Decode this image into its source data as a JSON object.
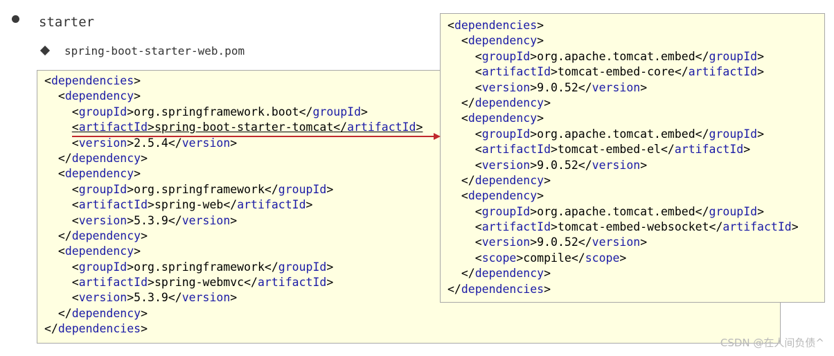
{
  "heading": "starter",
  "subheading": "spring-boot-starter-web.pom",
  "left_code": [
    {
      "indent": 0,
      "tag": "dependencies",
      "close": false
    },
    {
      "indent": 1,
      "tag": "dependency",
      "close": false
    },
    {
      "indent": 2,
      "tag": "groupId",
      "value": "org.springframework.boot"
    },
    {
      "indent": 2,
      "tag": "artifactId",
      "value": "spring-boot-starter-tomcat",
      "highlight": true
    },
    {
      "indent": 2,
      "tag": "version",
      "value": "2.5.4"
    },
    {
      "indent": 1,
      "tag": "dependency",
      "close": true
    },
    {
      "indent": 1,
      "tag": "dependency",
      "close": false
    },
    {
      "indent": 2,
      "tag": "groupId",
      "value": "org.springframework"
    },
    {
      "indent": 2,
      "tag": "artifactId",
      "value": "spring-web"
    },
    {
      "indent": 2,
      "tag": "version",
      "value": "5.3.9"
    },
    {
      "indent": 1,
      "tag": "dependency",
      "close": true
    },
    {
      "indent": 1,
      "tag": "dependency",
      "close": false
    },
    {
      "indent": 2,
      "tag": "groupId",
      "value": "org.springframework"
    },
    {
      "indent": 2,
      "tag": "artifactId",
      "value": "spring-webmvc"
    },
    {
      "indent": 2,
      "tag": "version",
      "value": "5.3.9"
    },
    {
      "indent": 1,
      "tag": "dependency",
      "close": true
    },
    {
      "indent": 0,
      "tag": "dependencies",
      "close": true
    }
  ],
  "right_code": [
    {
      "indent": 0,
      "tag": "dependencies",
      "close": false
    },
    {
      "indent": 1,
      "tag": "dependency",
      "close": false
    },
    {
      "indent": 2,
      "tag": "groupId",
      "value": "org.apache.tomcat.embed"
    },
    {
      "indent": 2,
      "tag": "artifactId",
      "value": "tomcat-embed-core"
    },
    {
      "indent": 2,
      "tag": "version",
      "value": "9.0.52"
    },
    {
      "indent": 1,
      "tag": "dependency",
      "close": true
    },
    {
      "indent": 1,
      "tag": "dependency",
      "close": false
    },
    {
      "indent": 2,
      "tag": "groupId",
      "value": "org.apache.tomcat.embed"
    },
    {
      "indent": 2,
      "tag": "artifactId",
      "value": "tomcat-embed-el"
    },
    {
      "indent": 2,
      "tag": "version",
      "value": "9.0.52"
    },
    {
      "indent": 1,
      "tag": "dependency",
      "close": true
    },
    {
      "indent": 1,
      "tag": "dependency",
      "close": false
    },
    {
      "indent": 2,
      "tag": "groupId",
      "value": "org.apache.tomcat.embed"
    },
    {
      "indent": 2,
      "tag": "artifactId",
      "value": "tomcat-embed-websocket"
    },
    {
      "indent": 2,
      "tag": "version",
      "value": "9.0.52"
    },
    {
      "indent": 2,
      "tag": "scope",
      "value": "compile"
    },
    {
      "indent": 1,
      "tag": "dependency",
      "close": true
    },
    {
      "indent": 0,
      "tag": "dependencies",
      "close": true
    }
  ],
  "colors": {
    "tag": "#1a1aa6",
    "box_background": "#ffffe1",
    "arrow": "#c0282d"
  },
  "watermark": "CSDN @在人间负债^"
}
